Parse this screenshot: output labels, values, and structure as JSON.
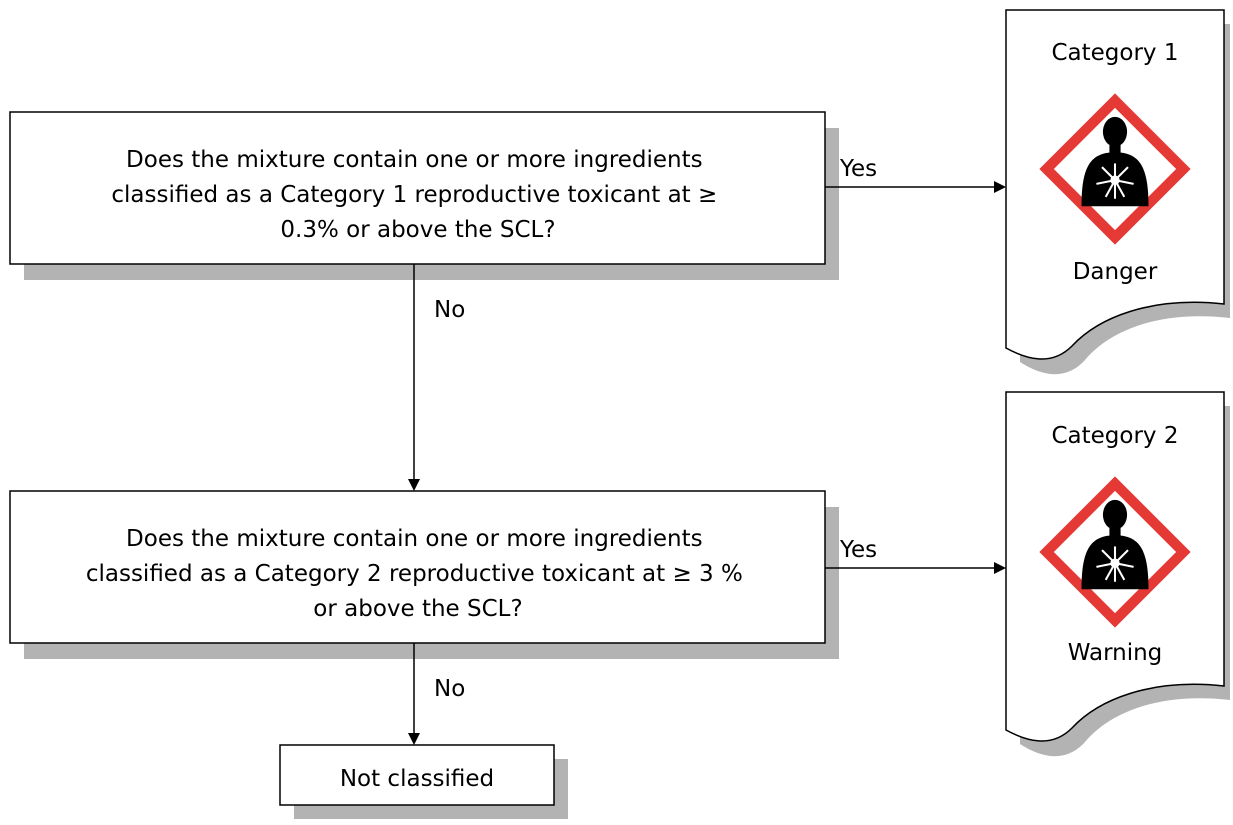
{
  "question_1": {
    "lines": [
      "Does the mixture contain one or more ingredients",
      "classified as a Category 1 reproductive toxicant at ≥",
      "0.3% or above the SCL?"
    ]
  },
  "question_2": {
    "lines": [
      "Does the mixture contain one or more ingredients",
      "classified as a Category 2 reproductive toxicant at ≥ 3 %",
      "or above the SCL?"
    ]
  },
  "yes_label_1": "Yes",
  "no_label_1": "No",
  "yes_label_2": "Yes",
  "no_label_2": "No",
  "result_not_classified": "Not classified",
  "result_category_1": {
    "title": "Category 1",
    "signal_word": "Danger",
    "pictogram": "health-hazard-icon"
  },
  "result_category_2": {
    "title": "Category 2",
    "signal_word": "Warning",
    "pictogram": "health-hazard-icon"
  },
  "colors": {
    "pictogram_border": "#e53935",
    "shadow": "#b3b3b3",
    "stroke": "#000000"
  }
}
